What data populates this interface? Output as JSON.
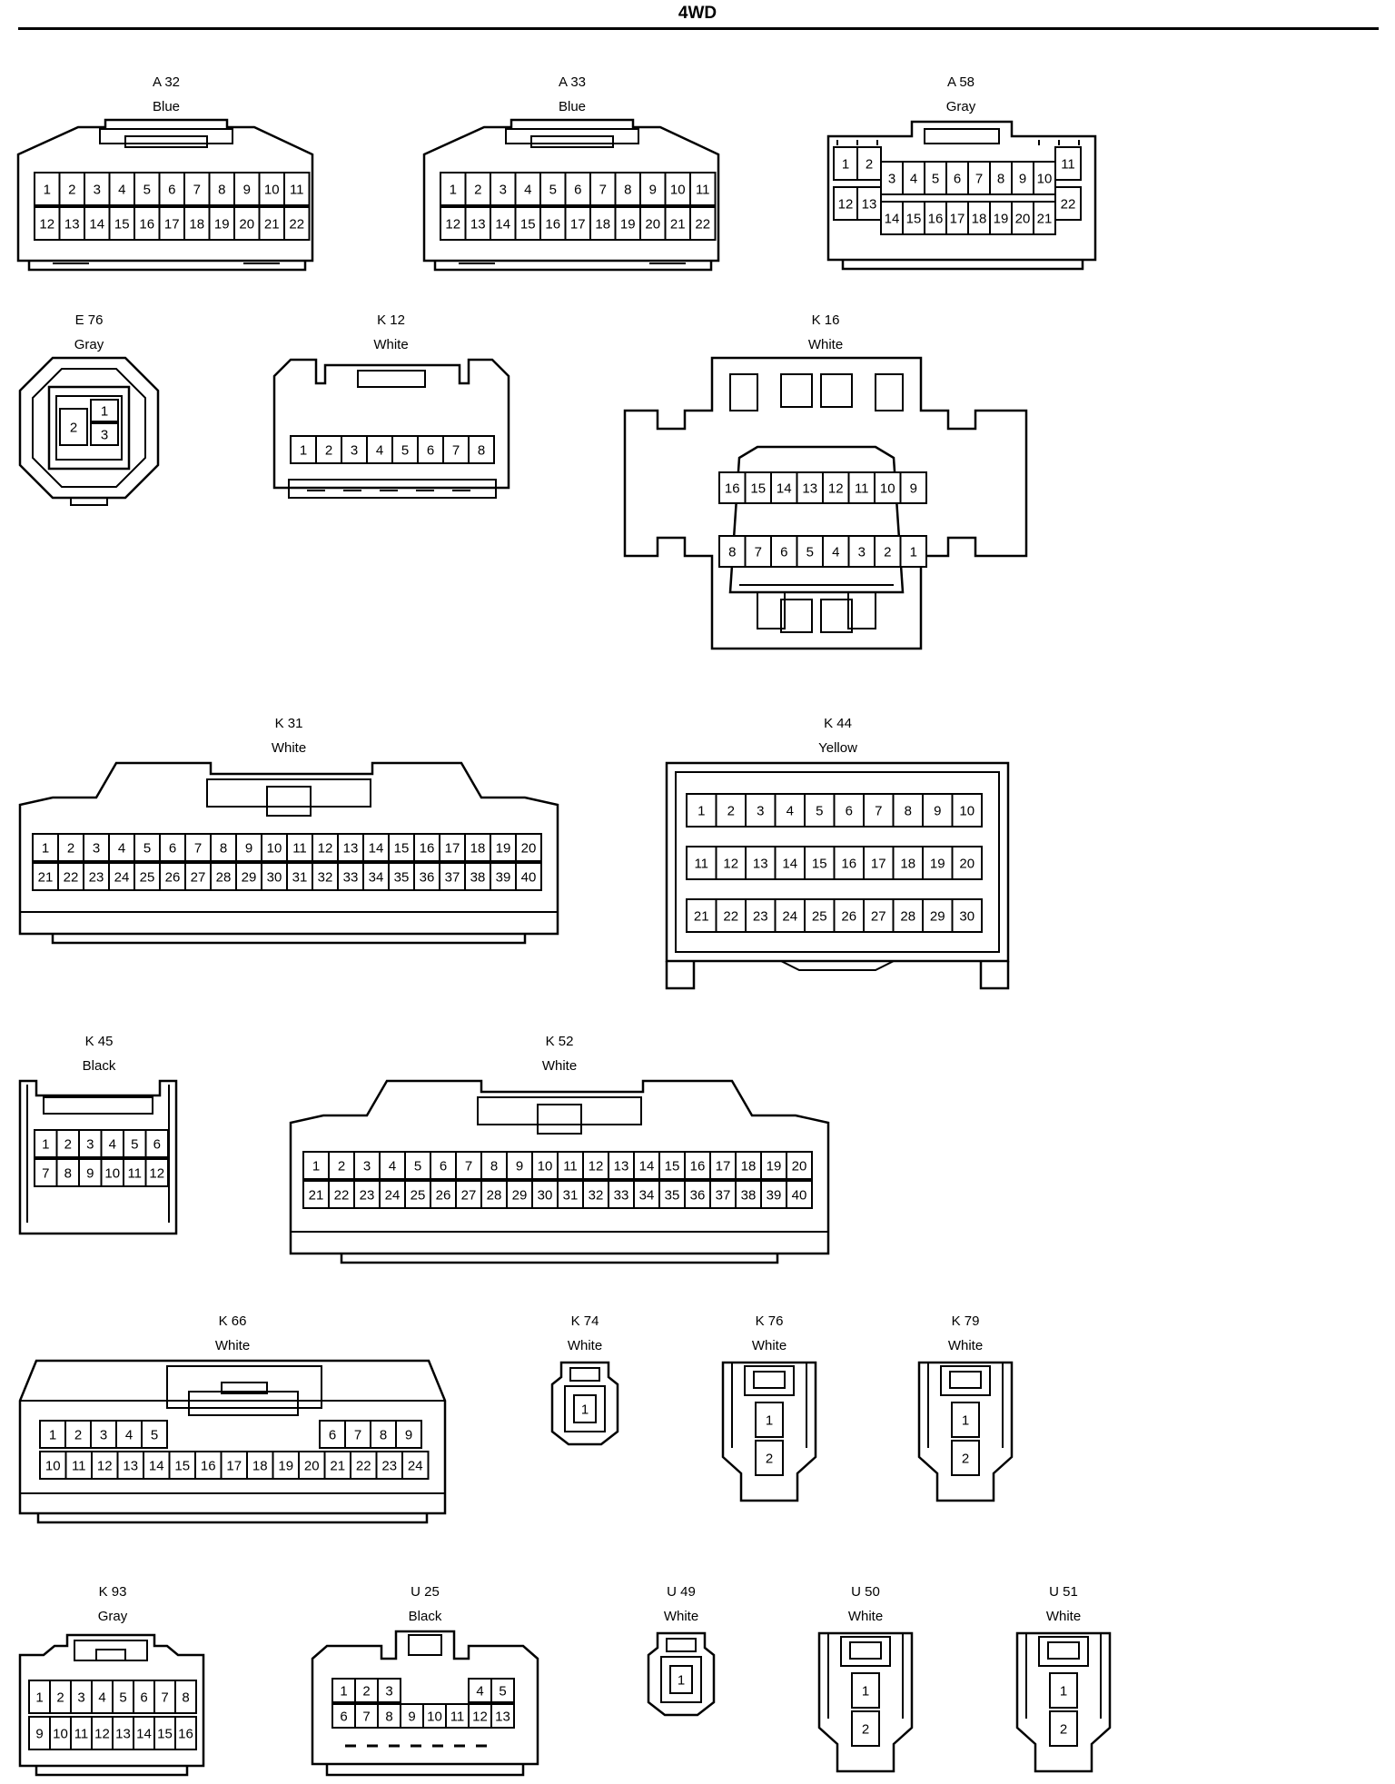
{
  "title": "4WD",
  "connectors": [
    {
      "id": "A 32",
      "color": "Blue"
    },
    {
      "id": "A 33",
      "color": "Blue"
    },
    {
      "id": "A 58",
      "color": "Gray"
    },
    {
      "id": "E 76",
      "color": "Gray"
    },
    {
      "id": "K 12",
      "color": "White"
    },
    {
      "id": "K 16",
      "color": "White"
    },
    {
      "id": "K 31",
      "color": "White"
    },
    {
      "id": "K 44",
      "color": "Yellow"
    },
    {
      "id": "K 45",
      "color": "Black"
    },
    {
      "id": "K 52",
      "color": "White"
    },
    {
      "id": "K 66",
      "color": "White"
    },
    {
      "id": "K 74",
      "color": "White"
    },
    {
      "id": "K 76",
      "color": "White"
    },
    {
      "id": "K 79",
      "color": "White"
    },
    {
      "id": "K 93",
      "color": "Gray"
    },
    {
      "id": "U 25",
      "color": "Black"
    },
    {
      "id": "U 49",
      "color": "White"
    },
    {
      "id": "U 50",
      "color": "White"
    },
    {
      "id": "U 51",
      "color": "White"
    }
  ],
  "pin_labels": {
    "A32": [
      [
        "1",
        "2",
        "3",
        "4",
        "5",
        "6",
        "7",
        "8",
        "9",
        "10",
        "11"
      ],
      [
        "12",
        "13",
        "14",
        "15",
        "16",
        "17",
        "18",
        "19",
        "20",
        "21",
        "22"
      ]
    ],
    "A33": [
      [
        "1",
        "2",
        "3",
        "4",
        "5",
        "6",
        "7",
        "8",
        "9",
        "10",
        "11"
      ],
      [
        "12",
        "13",
        "14",
        "15",
        "16",
        "17",
        "18",
        "19",
        "20",
        "21",
        "22"
      ]
    ],
    "A58": {
      "top_left": [
        "1",
        "2"
      ],
      "top": [
        "3",
        "4",
        "5",
        "6",
        "7",
        "8",
        "9",
        "10"
      ],
      "top_right": [
        "11"
      ],
      "bottom_left": [
        "12",
        "13"
      ],
      "bottom": [
        "14",
        "15",
        "16",
        "17",
        "18",
        "19",
        "20",
        "21"
      ],
      "bottom_right": [
        "22"
      ]
    },
    "E76": [
      "2",
      "1",
      "3"
    ],
    "K12": [
      "1",
      "2",
      "3",
      "4",
      "5",
      "6",
      "7",
      "8"
    ],
    "K16": [
      [
        "16",
        "15",
        "14",
        "13",
        "12",
        "11",
        "10",
        "9"
      ],
      [
        "8",
        "7",
        "6",
        "5",
        "4",
        "3",
        "2",
        "1"
      ]
    ],
    "K31": [
      [
        "1",
        "2",
        "3",
        "4",
        "5",
        "6",
        "7",
        "8",
        "9",
        "10",
        "11",
        "12",
        "13",
        "14",
        "15",
        "16",
        "17",
        "18",
        "19",
        "20"
      ],
      [
        "21",
        "22",
        "23",
        "24",
        "25",
        "26",
        "27",
        "28",
        "29",
        "30",
        "31",
        "32",
        "33",
        "34",
        "35",
        "36",
        "37",
        "38",
        "39",
        "40"
      ]
    ],
    "K44": [
      [
        "1",
        "2",
        "3",
        "4",
        "5",
        "6",
        "7",
        "8",
        "9",
        "10"
      ],
      [
        "11",
        "12",
        "13",
        "14",
        "15",
        "16",
        "17",
        "18",
        "19",
        "20"
      ],
      [
        "21",
        "22",
        "23",
        "24",
        "25",
        "26",
        "27",
        "28",
        "29",
        "30"
      ]
    ],
    "K45": [
      [
        "1",
        "2",
        "3",
        "4",
        "5",
        "6"
      ],
      [
        "7",
        "8",
        "9",
        "10",
        "11",
        "12"
      ]
    ],
    "K52": [
      [
        "1",
        "2",
        "3",
        "4",
        "5",
        "6",
        "7",
        "8",
        "9",
        "10",
        "11",
        "12",
        "13",
        "14",
        "15",
        "16",
        "17",
        "18",
        "19",
        "20"
      ],
      [
        "21",
        "22",
        "23",
        "24",
        "25",
        "26",
        "27",
        "28",
        "29",
        "30",
        "31",
        "32",
        "33",
        "34",
        "35",
        "36",
        "37",
        "38",
        "39",
        "40"
      ]
    ],
    "K66": {
      "top_left": [
        "1",
        "2",
        "3",
        "4",
        "5"
      ],
      "top_right": [
        "6",
        "7",
        "8",
        "9"
      ],
      "bottom": [
        "10",
        "11",
        "12",
        "13",
        "14",
        "15",
        "16",
        "17",
        "18",
        "19",
        "20",
        "21",
        "22",
        "23",
        "24"
      ]
    },
    "K74": [
      "1"
    ],
    "K76": [
      "1",
      "2"
    ],
    "K79": [
      "1",
      "2"
    ],
    "K93": [
      [
        "1",
        "2",
        "3",
        "4",
        "5",
        "6",
        "7",
        "8"
      ],
      [
        "9",
        "10",
        "11",
        "12",
        "13",
        "14",
        "15",
        "16"
      ]
    ],
    "U25": {
      "top_left": [
        "1",
        "2",
        "3"
      ],
      "top_right": [
        "4",
        "5"
      ],
      "bottom": [
        "6",
        "7",
        "8",
        "9",
        "10",
        "11",
        "12",
        "13"
      ]
    },
    "U49": [
      "1"
    ],
    "U50": [
      "1",
      "2"
    ],
    "U51": [
      "1",
      "2"
    ]
  }
}
